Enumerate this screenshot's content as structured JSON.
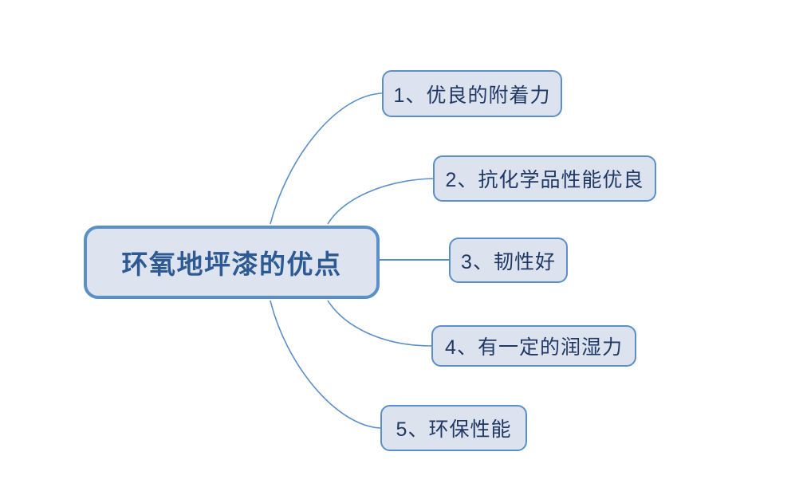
{
  "diagram": {
    "type": "mind-map",
    "orientation": "left-root-right-branches",
    "background_color": "#ffffff",
    "root": {
      "label": "环氧地坪漆的优点",
      "fill_color": "#dde4ef",
      "border_color": "#5b8fc8",
      "text_color": "#2e5a94"
    },
    "branch_style": {
      "fill_color": "#dce3ef",
      "border_color": "#5b8fc8",
      "text_color": "#1f3864",
      "connector_color": "#5b8fc8"
    },
    "branches": [
      {
        "index": "1",
        "label": "1、优良的附着力"
      },
      {
        "index": "2",
        "label": "2、抗化学品性能优良"
      },
      {
        "index": "3",
        "label": "3、韧性好"
      },
      {
        "index": "4",
        "label": "4、有一定的润湿力"
      },
      {
        "index": "5",
        "label": "5、环保性能"
      }
    ]
  }
}
